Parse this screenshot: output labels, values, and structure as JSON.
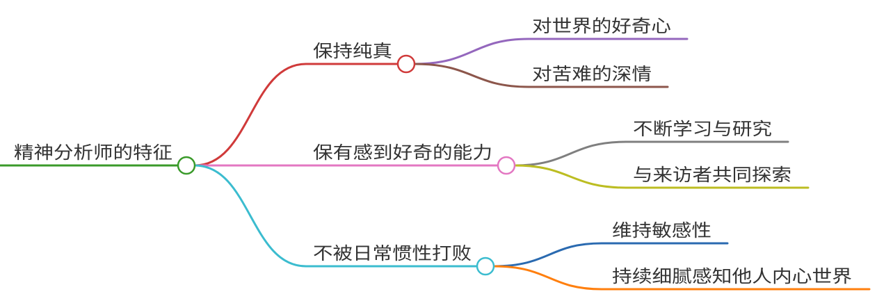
{
  "root": {
    "label": "精神分析师的特征",
    "color": "#3a9a2a"
  },
  "branches": [
    {
      "label": "保持纯真",
      "color": "#d03a3a",
      "children": [
        {
          "label": "对世界的好奇心",
          "color": "#9467bd"
        },
        {
          "label": "对苦难的深情",
          "color": "#8c564b"
        }
      ]
    },
    {
      "label": "保有感到好奇的能力",
      "color": "#e377c2",
      "children": [
        {
          "label": "不断学习与研究",
          "color": "#7f7f7f"
        },
        {
          "label": "与来访者共同探索",
          "color": "#bcbd22"
        }
      ]
    },
    {
      "label": "不被日常惯性打败",
      "color": "#3bbccf",
      "children": [
        {
          "label": "维持敏感性",
          "color": "#2a6ab0"
        },
        {
          "label": "持续细腻感知他人内心世界",
          "color": "#ff7f0e"
        }
      ]
    }
  ]
}
